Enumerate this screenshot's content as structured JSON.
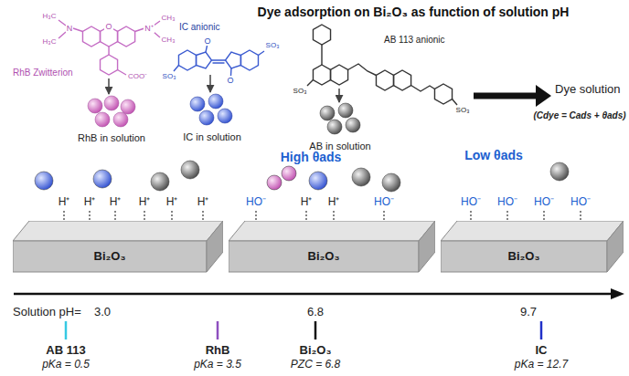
{
  "diagram": {
    "title": "Dye adsorption on Bi₂O₃ as function of solution pH",
    "nodes": [
      {
        "text": [
          "Bi₂O₃"
        ]
      },
      {
        "text": [
          "Bi₂O₃"
        ]
      },
      {
        "text": [
          "Bi₂O₃"
        ]
      }
    ],
    "labels": [
      "H₃C",
      "H₃C",
      "N",
      "O",
      "N⁺",
      "CH₃",
      "CH₃",
      "RhB Zwitterion",
      "COO⁻",
      "IC anionic",
      "O",
      "SO₃",
      "SO₃",
      "O",
      "AB 113 anionic",
      "SO₃",
      "SO₃",
      "RhB in solution",
      "IC in solution",
      "AB in solution",
      "Dye solution",
      "(Cdye = Cads + θads)",
      "High θads",
      "Low θads",
      "H⁺",
      "H⁺",
      "H⁺",
      "H⁺",
      "H⁺",
      "H⁺",
      "HO⁻",
      "H⁺",
      "H⁺",
      "HO⁻",
      "HO⁻",
      "HO⁻",
      "HO⁻",
      "HO⁻",
      "Solution pH=",
      "3.0",
      "6.8",
      "9.7",
      "AB 113",
      "pKa = 0.5",
      "RhB",
      "pKa = 3.5",
      "Bi₂O₃",
      "PZC = 6.8",
      "IC",
      "pKa = 12.7"
    ]
  }
}
